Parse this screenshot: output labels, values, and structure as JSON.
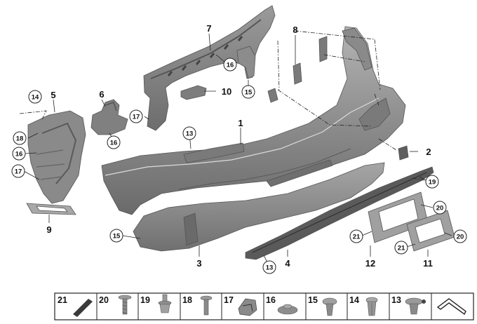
{
  "callouts": {
    "c1": "1",
    "c2": "2",
    "c3": "3",
    "c4": "4",
    "c5": "5",
    "c6": "6",
    "c7": "7",
    "c8": "8",
    "c9": "9",
    "c10": "10",
    "c11": "11",
    "c12": "12"
  },
  "circled": {
    "k13a": "13",
    "k13b": "13",
    "k14": "14",
    "k15a": "15",
    "k15b": "15",
    "k16a": "16",
    "k16b": "16",
    "k16c": "16",
    "k17a": "17",
    "k17b": "17",
    "k18": "18",
    "k19": "19",
    "k20a": "20",
    "k20b": "20",
    "k21a": "21",
    "k21b": "21"
  },
  "legend": [
    "21",
    "20",
    "19",
    "18",
    "17",
    "16",
    "15",
    "14",
    "13"
  ],
  "colors": {
    "part_dark": "#6e6e6e",
    "part_mid": "#8d8d8d",
    "part_light": "#a9a9a9",
    "line": "#222222"
  }
}
